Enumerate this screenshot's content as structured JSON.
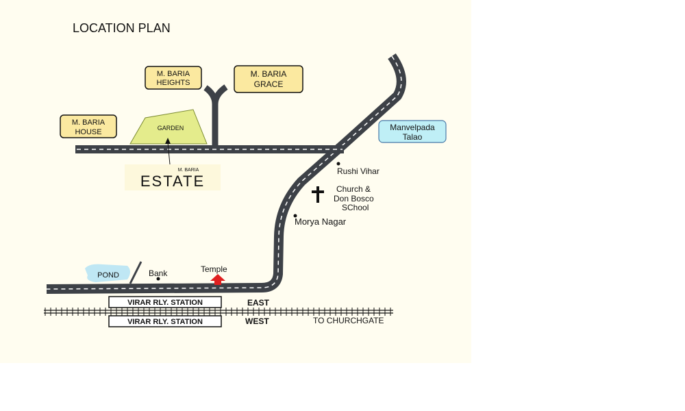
{
  "title": "LOCATION PLAN",
  "buildings": {
    "heights_line1": "M. BARIA",
    "heights_line2": "HEIGHTS",
    "grace_line1": "M. BARIA",
    "grace_line2": "GRACE",
    "house_line1": "M. BARIA",
    "house_line2": "HOUSE"
  },
  "garden": "GARDEN",
  "estate": {
    "small": "M. BARIA",
    "big": "ESTATE"
  },
  "manvelpada": {
    "line1": "Manvelpada",
    "line2": "Talao"
  },
  "landmarks": {
    "rushi_vihar": "Rushi Vihar",
    "church_line1": "Church &",
    "church_line2": "Don Bosco",
    "church_line3": "SChool",
    "morya_nagar": "Morya Nagar",
    "pond": "POND",
    "bank": "Bank",
    "temple": "Temple"
  },
  "railway": {
    "station_east": "VIRAR RLY. STATION",
    "station_west": "VIRAR RLY. STATION",
    "east": "EAST",
    "west": "WEST",
    "to": "TO CHURCHGATE"
  },
  "colors": {
    "background": "#fffdf0",
    "road": "#3d4147",
    "building_box": "#fbe9a0",
    "garden": "#e4ec8c",
    "estate_box": "#fdf8dc",
    "manvelpada_box": "#bfeff6",
    "pond": "#bfe7f4",
    "temple": "#e02020"
  }
}
